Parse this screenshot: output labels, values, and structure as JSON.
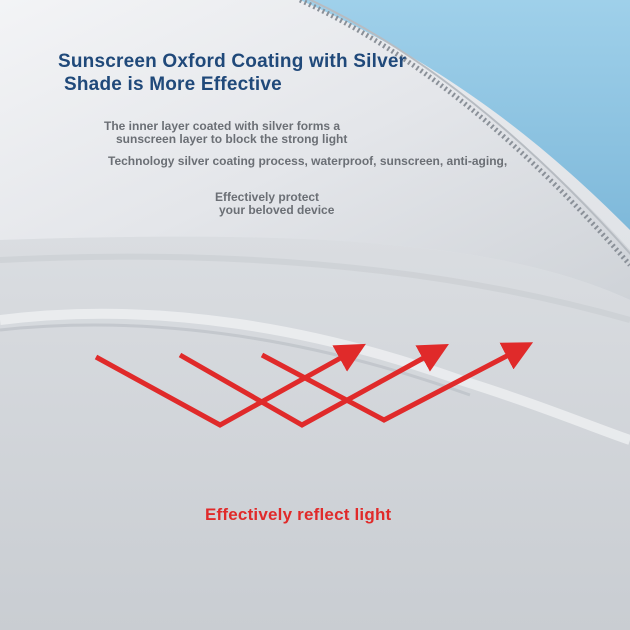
{
  "title": {
    "line1": "Sunscreen Oxford Coating with Silver",
    "line2": "Shade is More Effective"
  },
  "description": {
    "inner_layer_line1": "The inner layer coated with silver forms a",
    "inner_layer_line2": "sunscreen layer to block the strong light",
    "technology": "Technology silver coating process, waterproof, sunscreen, anti-aging,",
    "protect_line1": "Effectively protect",
    "protect_line2": "your beloved device"
  },
  "reflect_label": "Effectively reflect light",
  "colors": {
    "title": "#20497a",
    "description": "#6b6f75",
    "accent_red": "#e02a2a",
    "sky": "#8fc6e2"
  },
  "icons": [
    "reflect-arrow-icon"
  ]
}
